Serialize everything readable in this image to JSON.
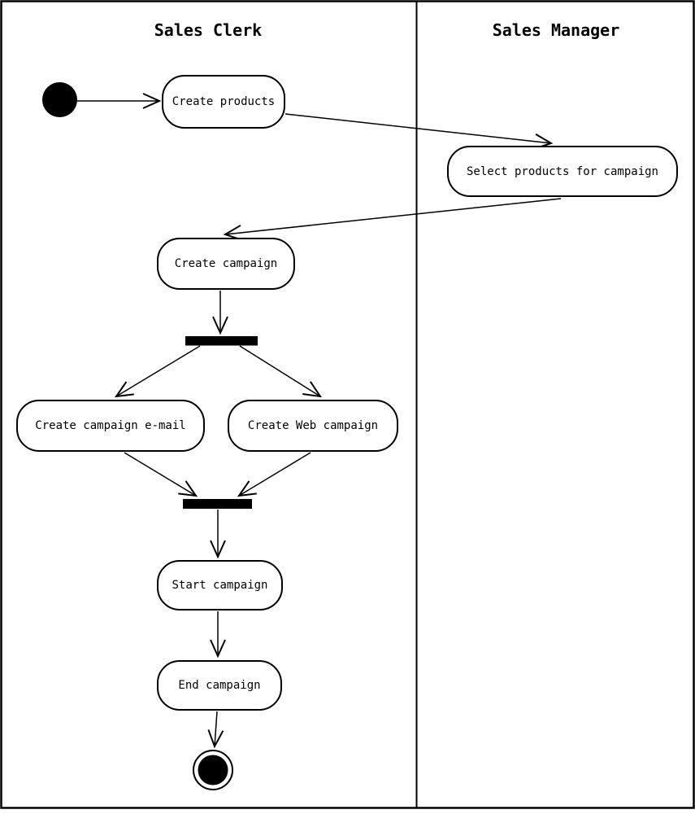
{
  "diagram": {
    "kind": "uml-activity-diagram-with-swimlanes",
    "lanes": [
      {
        "label": "Sales Clerk"
      },
      {
        "label": "Sales Manager"
      }
    ],
    "nodes": {
      "start": {
        "kind": "initial-node",
        "lane": "Sales Clerk"
      },
      "create_products": {
        "kind": "activity",
        "lane": "Sales Clerk",
        "label": "Create products"
      },
      "select_products_for_campaign": {
        "kind": "activity",
        "lane": "Sales Manager",
        "label": "Select products for campaign"
      },
      "create_campaign": {
        "kind": "activity",
        "lane": "Sales Clerk",
        "label": "Create campaign"
      },
      "fork": {
        "kind": "fork-bar",
        "lane": "Sales Clerk"
      },
      "create_campaign_email": {
        "kind": "activity",
        "lane": "Sales Clerk",
        "label": "Create campaign e-mail"
      },
      "create_web_campaign": {
        "kind": "activity",
        "lane": "Sales Clerk",
        "label": "Create Web campaign"
      },
      "join": {
        "kind": "join-bar",
        "lane": "Sales Clerk"
      },
      "start_campaign": {
        "kind": "activity",
        "lane": "Sales Clerk",
        "label": "Start campaign"
      },
      "end_campaign": {
        "kind": "activity",
        "lane": "Sales Clerk",
        "label": "End campaign"
      },
      "final": {
        "kind": "final-node",
        "lane": "Sales Clerk"
      }
    },
    "edges": [
      {
        "from": "start",
        "to": "create_products"
      },
      {
        "from": "create_products",
        "to": "select_products_for_campaign"
      },
      {
        "from": "select_products_for_campaign",
        "to": "create_campaign"
      },
      {
        "from": "create_campaign",
        "to": "fork"
      },
      {
        "from": "fork",
        "to": "create_campaign_email"
      },
      {
        "from": "fork",
        "to": "create_web_campaign"
      },
      {
        "from": "create_campaign_email",
        "to": "join"
      },
      {
        "from": "create_web_campaign",
        "to": "join"
      },
      {
        "from": "join",
        "to": "start_campaign"
      },
      {
        "from": "start_campaign",
        "to": "end_campaign"
      },
      {
        "from": "end_campaign",
        "to": "final"
      }
    ],
    "colors": {
      "line": "#000000",
      "node_fill": "#ffffff",
      "bar_fill": "#000000",
      "background": "#ffffff"
    }
  }
}
